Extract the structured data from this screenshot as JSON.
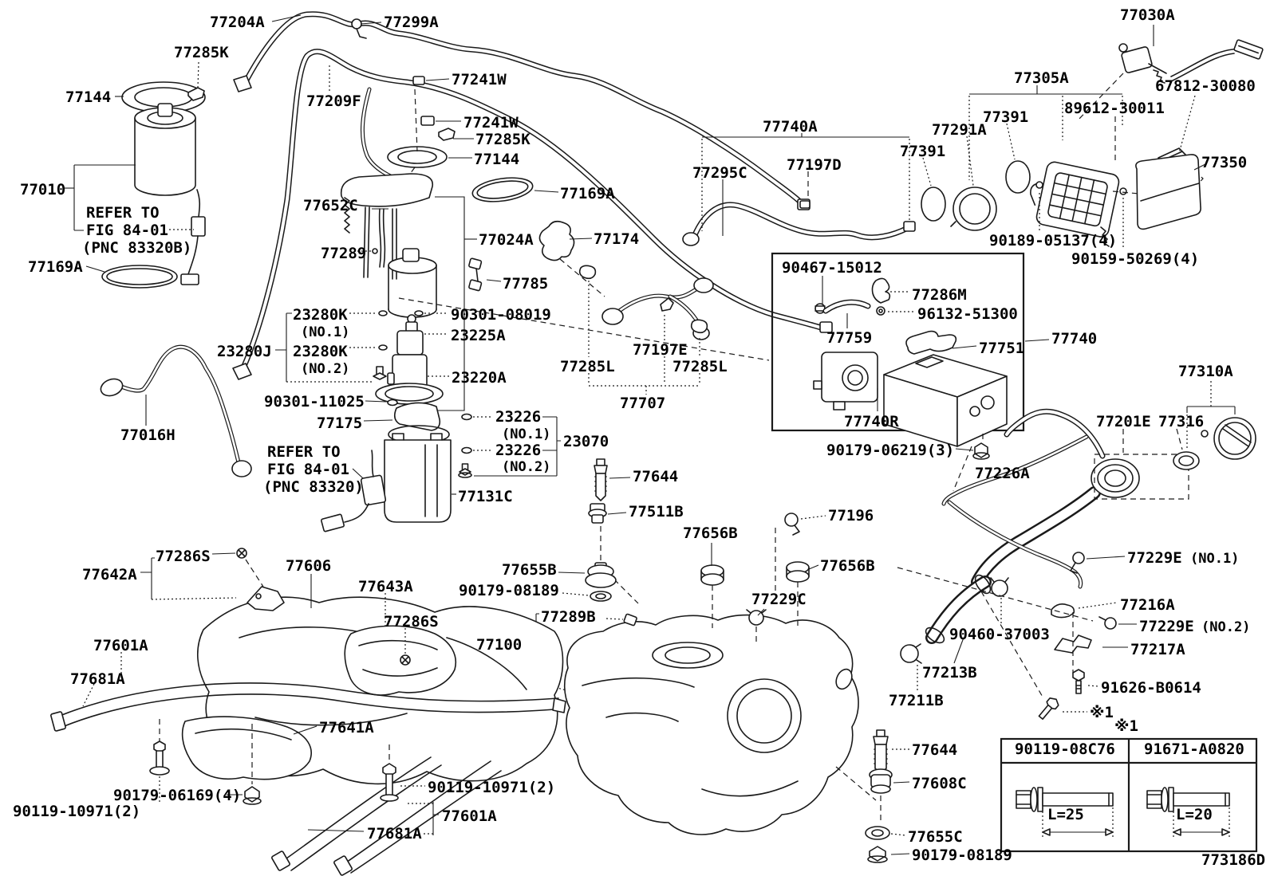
{
  "figure_code": "773186D",
  "labels": [
    "77204A",
    "77299A",
    "77285K",
    "77144",
    "77241W",
    "77209F",
    "77241W",
    "77285K",
    "77144",
    "77010",
    "REFER TO",
    "FIG 84-01",
    "(PNC 83320B)",
    "77169A",
    "77652C",
    "77169A",
    "77024A",
    "77174",
    "77289",
    "77785",
    "23280K",
    "(NO.1)",
    "90301-08019",
    "23225A",
    "23280J",
    "23280K",
    "(NO.2)",
    "23220A",
    "90301-11025",
    "77175",
    "23226",
    "(NO.1)",
    "23070",
    "23226",
    "(NO.2)",
    "REFER TO",
    "FIG 84-01",
    "(PNC 83320)",
    "77131C",
    "77016H",
    "77285L",
    "77197E",
    "77285L",
    "77707",
    "77740A",
    "77197D",
    "77295C",
    "77391",
    "77291A",
    "77391",
    "77305A",
    "77030A",
    "67812-30080",
    "89612-30011",
    "77350",
    "90189-05137(4)",
    "90159-50269(4)",
    "90467-15012",
    "77286M",
    "96132-51300",
    "77759",
    "77751",
    "77740",
    "77740R",
    "90179-06219(3)",
    "77226A",
    "77310A",
    "77201E",
    "77316",
    "77644",
    "77511B",
    "77656B",
    "77196",
    "77655B",
    "90179-08189",
    "77289B",
    "77229C",
    "77656B",
    "77100",
    "77286S",
    "77642A",
    "77606",
    "77643A",
    "77286S",
    "77601A",
    "77681A",
    "77641A",
    "90179-06169(4)",
    "90119-10971(2)",
    "90119-10971(2)",
    "77601A",
    "77681A",
    "77229E",
    "(NO.1)",
    "77216A",
    "77229E",
    "(NO.2)",
    "77217A",
    "90460-37003",
    "77213B",
    "77211B",
    "91626-B0614",
    "※1",
    "※1",
    "77644",
    "77608C",
    "77655C",
    "90179-08189",
    "90119-08C76",
    "91671-A0820",
    "L=25",
    "L=20",
    "773186D"
  ]
}
